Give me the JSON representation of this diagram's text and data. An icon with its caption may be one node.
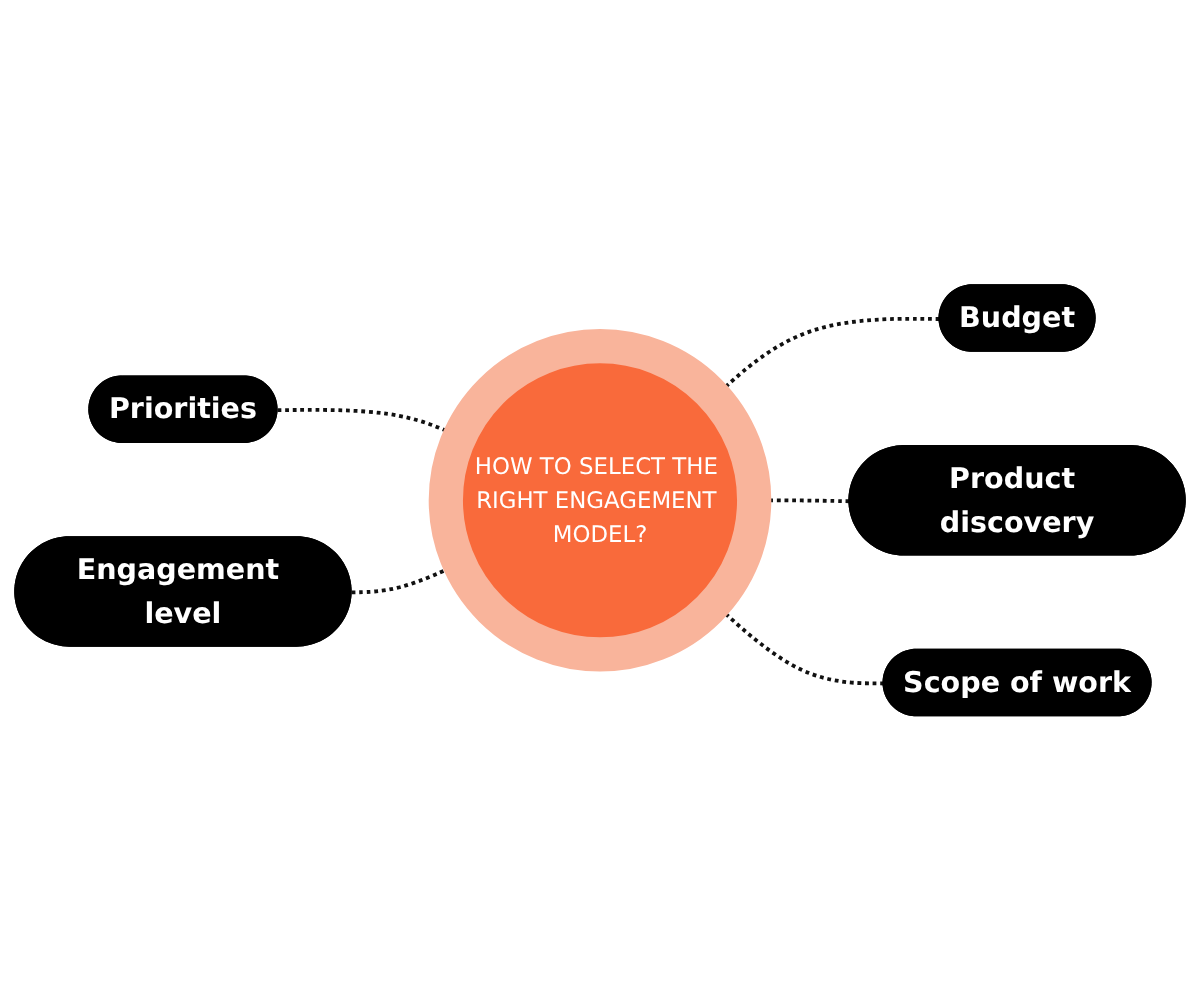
{
  "diagram": {
    "nodes": [
      {
        "text": [
          "Budget"
        ]
      },
      {
        "text": [
          "Priorities"
        ]
      },
      {
        "text": [
          "HOW TO SELECT THE RIGHT ENGAGEMENT MODEL?"
        ]
      },
      {
        "text": [
          "Product discovery"
        ]
      },
      {
        "text": [
          "Engagement level"
        ]
      },
      {
        "text": [
          "Scope of work"
        ]
      }
    ],
    "edges": [
      {
        "from": 1,
        "to": 2,
        "arrow": "none",
        "style": "dashed"
      },
      {
        "from": 4,
        "to": 2,
        "arrow": "none",
        "style": "dashed"
      },
      {
        "from": 2,
        "to": 0,
        "arrow": "none",
        "style": "dashed"
      },
      {
        "from": 2,
        "to": 3,
        "arrow": "none",
        "style": "dashed"
      },
      {
        "from": 2,
        "to": 5,
        "arrow": "none",
        "style": "dashed"
      }
    ]
  }
}
